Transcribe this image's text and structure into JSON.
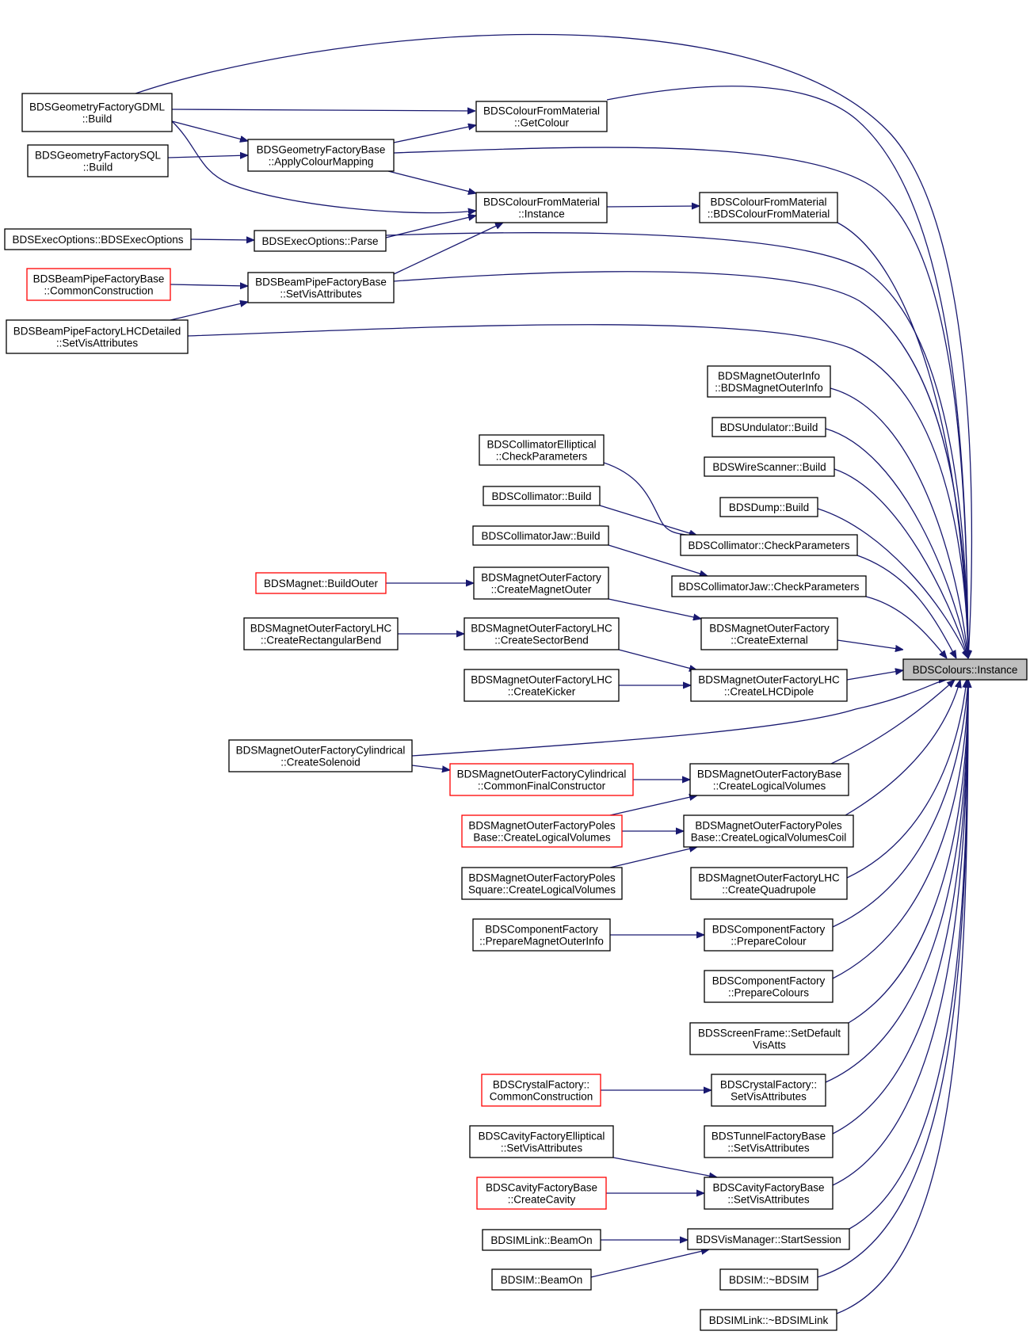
{
  "nodes": [
    {
      "id": "n_inst",
      "lines": [
        "BDSColours::Instance"
      ],
      "border": "#000000",
      "fill": "#bfbfbf",
      "root": true
    },
    {
      "id": "n_gdml",
      "lines": [
        "BDSGeometryFactoryGDML",
        "::Build"
      ]
    },
    {
      "id": "n_sql",
      "lines": [
        "BDSGeometryFactorySQL",
        "::Build"
      ]
    },
    {
      "id": "n_cfm_get",
      "lines": [
        "BDSColourFromMaterial",
        "::GetColour"
      ]
    },
    {
      "id": "n_gfb_acm",
      "lines": [
        "BDSGeometryFactoryBase",
        "::ApplyColourMapping"
      ]
    },
    {
      "id": "n_cfm_inst",
      "lines": [
        "BDSColourFromMaterial",
        "::Instance"
      ]
    },
    {
      "id": "n_cfm_ctor",
      "lines": [
        "BDSColourFromMaterial",
        "::BDSColourFromMaterial"
      ]
    },
    {
      "id": "n_exec_ctor",
      "lines": [
        "BDSExecOptions::BDSExecOptions"
      ]
    },
    {
      "id": "n_exec_parse",
      "lines": [
        "BDSExecOptions::Parse"
      ]
    },
    {
      "id": "n_bpfb_cc",
      "lines": [
        "BDSBeamPipeFactoryBase",
        "::CommonConstruction"
      ],
      "border": "#ff0000"
    },
    {
      "id": "n_bpfb_sva",
      "lines": [
        "BDSBeamPipeFactoryBase",
        "::SetVisAttributes"
      ]
    },
    {
      "id": "n_bpflhc_sva",
      "lines": [
        "BDSBeamPipeFactoryLHCDetailed",
        "::SetVisAttributes"
      ]
    },
    {
      "id": "n_moi",
      "lines": [
        "BDSMagnetOuterInfo",
        "::BDSMagnetOuterInfo"
      ]
    },
    {
      "id": "n_und",
      "lines": [
        "BDSUndulator::Build"
      ]
    },
    {
      "id": "n_wire",
      "lines": [
        "BDSWireScanner::Build"
      ]
    },
    {
      "id": "n_dump",
      "lines": [
        "BDSDump::Build"
      ]
    },
    {
      "id": "n_colell",
      "lines": [
        "BDSCollimatorElliptical",
        "::CheckParameters"
      ]
    },
    {
      "id": "n_col_build",
      "lines": [
        "BDSCollimator::Build"
      ]
    },
    {
      "id": "n_col_check",
      "lines": [
        "BDSCollimator::CheckParameters"
      ]
    },
    {
      "id": "n_jaw_build",
      "lines": [
        "BDSCollimatorJaw::Build"
      ]
    },
    {
      "id": "n_jaw_check",
      "lines": [
        "BDSCollimatorJaw::CheckParameters"
      ]
    },
    {
      "id": "n_mag_bo",
      "lines": [
        "BDSMagnet::BuildOuter"
      ],
      "border": "#ff0000"
    },
    {
      "id": "n_mof_cmo",
      "lines": [
        "BDSMagnetOuterFactory",
        "::CreateMagnetOuter"
      ]
    },
    {
      "id": "n_mof_ce",
      "lines": [
        "BDSMagnetOuterFactory",
        "::CreateExternal"
      ]
    },
    {
      "id": "n_lhc_crb",
      "lines": [
        "BDSMagnetOuterFactoryLHC",
        "::CreateRectangularBend"
      ]
    },
    {
      "id": "n_lhc_csb",
      "lines": [
        "BDSMagnetOuterFactoryLHC",
        "::CreateSectorBend"
      ]
    },
    {
      "id": "n_lhc_ck",
      "lines": [
        "BDSMagnetOuterFactoryLHC",
        "::CreateKicker"
      ]
    },
    {
      "id": "n_lhc_cd",
      "lines": [
        "BDSMagnetOuterFactoryLHC",
        "::CreateLHCDipole"
      ]
    },
    {
      "id": "n_cyl_sol",
      "lines": [
        "BDSMagnetOuterFactoryCylindrical",
        "::CreateSolenoid"
      ]
    },
    {
      "id": "n_cyl_cfc",
      "lines": [
        "BDSMagnetOuterFactoryCylindrical",
        "::CommonFinalConstructor"
      ],
      "border": "#ff0000"
    },
    {
      "id": "n_mofb_clv",
      "lines": [
        "BDSMagnetOuterFactoryBase",
        "::CreateLogicalVolumes"
      ]
    },
    {
      "id": "n_pb_clv",
      "lines": [
        "BDSMagnetOuterFactoryPoles",
        "Base::CreateLogicalVolumes"
      ],
      "border": "#ff0000"
    },
    {
      "id": "n_pb_clvc",
      "lines": [
        "BDSMagnetOuterFactoryPoles",
        "Base::CreateLogicalVolumesCoil"
      ]
    },
    {
      "id": "n_ps_clv",
      "lines": [
        "BDSMagnetOuterFactoryPoles",
        "Square::CreateLogicalVolumes"
      ]
    },
    {
      "id": "n_lhc_cq",
      "lines": [
        "BDSMagnetOuterFactoryLHC",
        "::CreateQuadrupole"
      ]
    },
    {
      "id": "n_cf_pmoi",
      "lines": [
        "BDSComponentFactory",
        "::PrepareMagnetOuterInfo"
      ]
    },
    {
      "id": "n_cf_pc",
      "lines": [
        "BDSComponentFactory",
        "::PrepareColour"
      ]
    },
    {
      "id": "n_cf_pcs",
      "lines": [
        "BDSComponentFactory",
        "::PrepareColours"
      ]
    },
    {
      "id": "n_sf",
      "lines": [
        "BDSScreenFrame::SetDefault",
        "VisAtts"
      ]
    },
    {
      "id": "n_cry_cc",
      "lines": [
        "BDSCrystalFactory::",
        "CommonConstruction"
      ],
      "border": "#ff0000"
    },
    {
      "id": "n_cry_sva",
      "lines": [
        "BDSCrystalFactory::",
        "SetVisAttributes"
      ]
    },
    {
      "id": "n_tun",
      "lines": [
        "BDSTunnelFactoryBase",
        "::SetVisAttributes"
      ]
    },
    {
      "id": "n_cav_ell",
      "lines": [
        "BDSCavityFactoryElliptical",
        "::SetVisAttributes"
      ]
    },
    {
      "id": "n_cav_cc",
      "lines": [
        "BDSCavityFactoryBase",
        "::CreateCavity"
      ],
      "border": "#ff0000"
    },
    {
      "id": "n_cav_sva",
      "lines": [
        "BDSCavityFactoryBase",
        "::SetVisAttributes"
      ]
    },
    {
      "id": "n_link_bo",
      "lines": [
        "BDSIMLink::BeamOn"
      ]
    },
    {
      "id": "n_vis",
      "lines": [
        "BDSVisManager::StartSession"
      ]
    },
    {
      "id": "n_sim_bo",
      "lines": [
        "BDSIM::BeamOn"
      ]
    },
    {
      "id": "n_sim_dtor",
      "lines": [
        "BDSIM::~BDSIM"
      ]
    },
    {
      "id": "n_link_dtor",
      "lines": [
        "BDSIMLink::~BDSIMLink"
      ]
    }
  ],
  "edges": [
    [
      "n_gdml",
      "n_inst"
    ],
    [
      "n_gdml",
      "n_cfm_get"
    ],
    [
      "n_gdml",
      "n_gfb_acm"
    ],
    [
      "n_gdml",
      "n_cfm_inst"
    ],
    [
      "n_sql",
      "n_gfb_acm"
    ],
    [
      "n_cfm_get",
      "n_inst"
    ],
    [
      "n_gfb_acm",
      "n_cfm_get"
    ],
    [
      "n_gfb_acm",
      "n_inst"
    ],
    [
      "n_gfb_acm",
      "n_cfm_inst"
    ],
    [
      "n_cfm_inst",
      "n_cfm_ctor"
    ],
    [
      "n_cfm_ctor",
      "n_inst"
    ],
    [
      "n_exec_ctor",
      "n_exec_parse"
    ],
    [
      "n_exec_parse",
      "n_cfm_inst"
    ],
    [
      "n_exec_parse",
      "n_inst"
    ],
    [
      "n_bpfb_cc",
      "n_bpfb_sva"
    ],
    [
      "n_bpfb_sva",
      "n_cfm_inst"
    ],
    [
      "n_bpfb_sva",
      "n_inst"
    ],
    [
      "n_bpflhc_sva",
      "n_bpfb_sva"
    ],
    [
      "n_bpflhc_sva",
      "n_inst"
    ],
    [
      "n_moi",
      "n_inst"
    ],
    [
      "n_und",
      "n_inst"
    ],
    [
      "n_wire",
      "n_inst"
    ],
    [
      "n_dump",
      "n_inst"
    ],
    [
      "n_colell",
      "n_col_check"
    ],
    [
      "n_col_build",
      "n_col_check"
    ],
    [
      "n_col_check",
      "n_inst"
    ],
    [
      "n_jaw_build",
      "n_jaw_check"
    ],
    [
      "n_jaw_check",
      "n_inst"
    ],
    [
      "n_mag_bo",
      "n_mof_cmo"
    ],
    [
      "n_mof_cmo",
      "n_mof_ce"
    ],
    [
      "n_mof_ce",
      "n_inst"
    ],
    [
      "n_lhc_crb",
      "n_lhc_csb"
    ],
    [
      "n_lhc_csb",
      "n_lhc_cd"
    ],
    [
      "n_lhc_ck",
      "n_lhc_cd"
    ],
    [
      "n_lhc_cd",
      "n_inst"
    ],
    [
      "n_cyl_sol",
      "n_inst"
    ],
    [
      "n_cyl_sol",
      "n_cyl_cfc"
    ],
    [
      "n_cyl_cfc",
      "n_mofb_clv"
    ],
    [
      "n_mofb_clv",
      "n_inst"
    ],
    [
      "n_pb_clv",
      "n_mofb_clv"
    ],
    [
      "n_pb_clv",
      "n_pb_clvc"
    ],
    [
      "n_ps_clv",
      "n_pb_clvc"
    ],
    [
      "n_pb_clvc",
      "n_inst"
    ],
    [
      "n_lhc_cq",
      "n_inst"
    ],
    [
      "n_cf_pmoi",
      "n_cf_pc"
    ],
    [
      "n_cf_pc",
      "n_inst"
    ],
    [
      "n_cf_pcs",
      "n_inst"
    ],
    [
      "n_sf",
      "n_inst"
    ],
    [
      "n_cry_cc",
      "n_cry_sva"
    ],
    [
      "n_cry_sva",
      "n_inst"
    ],
    [
      "n_tun",
      "n_inst"
    ],
    [
      "n_cav_ell",
      "n_cav_sva"
    ],
    [
      "n_cav_cc",
      "n_cav_sva"
    ],
    [
      "n_cav_sva",
      "n_inst"
    ],
    [
      "n_link_bo",
      "n_vis"
    ],
    [
      "n_sim_bo",
      "n_vis"
    ],
    [
      "n_vis",
      "n_inst"
    ],
    [
      "n_sim_dtor",
      "n_inst"
    ],
    [
      "n_link_dtor",
      "n_inst"
    ]
  ],
  "colors": {
    "edge": "#191970",
    "default_border": "#000000",
    "red_border": "#ff0000",
    "root_fill": "#bfbfbf"
  }
}
